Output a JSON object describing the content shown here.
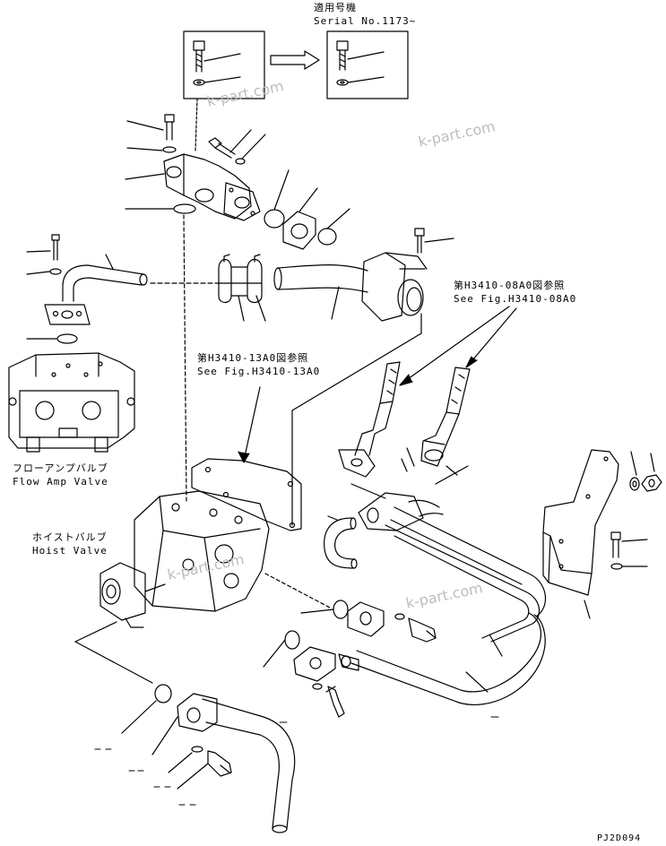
{
  "serial": {
    "label_jp": "適用号機",
    "label_en": "Serial No.1173~"
  },
  "refs": {
    "fig_08_jp": "第H3410-08A0図参照",
    "fig_08_en": "See Fig.H3410-08A0",
    "fig_13_jp": "第H3410-13A0図参照",
    "fig_13_en": "See Fig.H3410-13A0"
  },
  "components": {
    "flow_amp_jp": "フローアンプバルブ",
    "flow_amp_en": "Flow Amp Valve",
    "hoist_jp": "ホイストバルブ",
    "hoist_en": "Hoist Valve"
  },
  "drawing_code": "PJ2D094",
  "watermark": "k-part.com"
}
